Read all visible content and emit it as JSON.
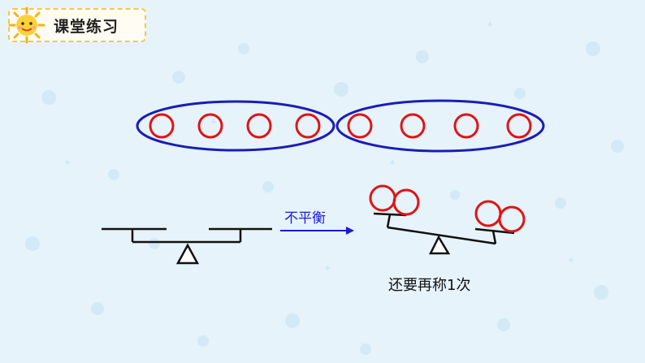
{
  "header": {
    "title": "课堂练习",
    "icon": "sun-icon"
  },
  "groups": [
    {
      "balls": 4
    },
    {
      "balls": 4
    }
  ],
  "scale_left": {
    "state": "balanced",
    "icon": "seesaw-balance-icon"
  },
  "arrow": {
    "label": "不平衡",
    "icon": "right-arrow-icon"
  },
  "scale_right": {
    "state": "unbalanced",
    "left_pan_balls": 2,
    "right_pan_balls": 2,
    "icon": "tilted-balance-icon"
  },
  "result_text": "还要再称1次",
  "colors": {
    "background": "#e6f3fb",
    "ball_stroke": "#e01414",
    "group_ellipse": "#1c1cb8",
    "arrow": "#1a1ad8",
    "scale_line": "#111111",
    "badge_border": "#f3c84a"
  }
}
